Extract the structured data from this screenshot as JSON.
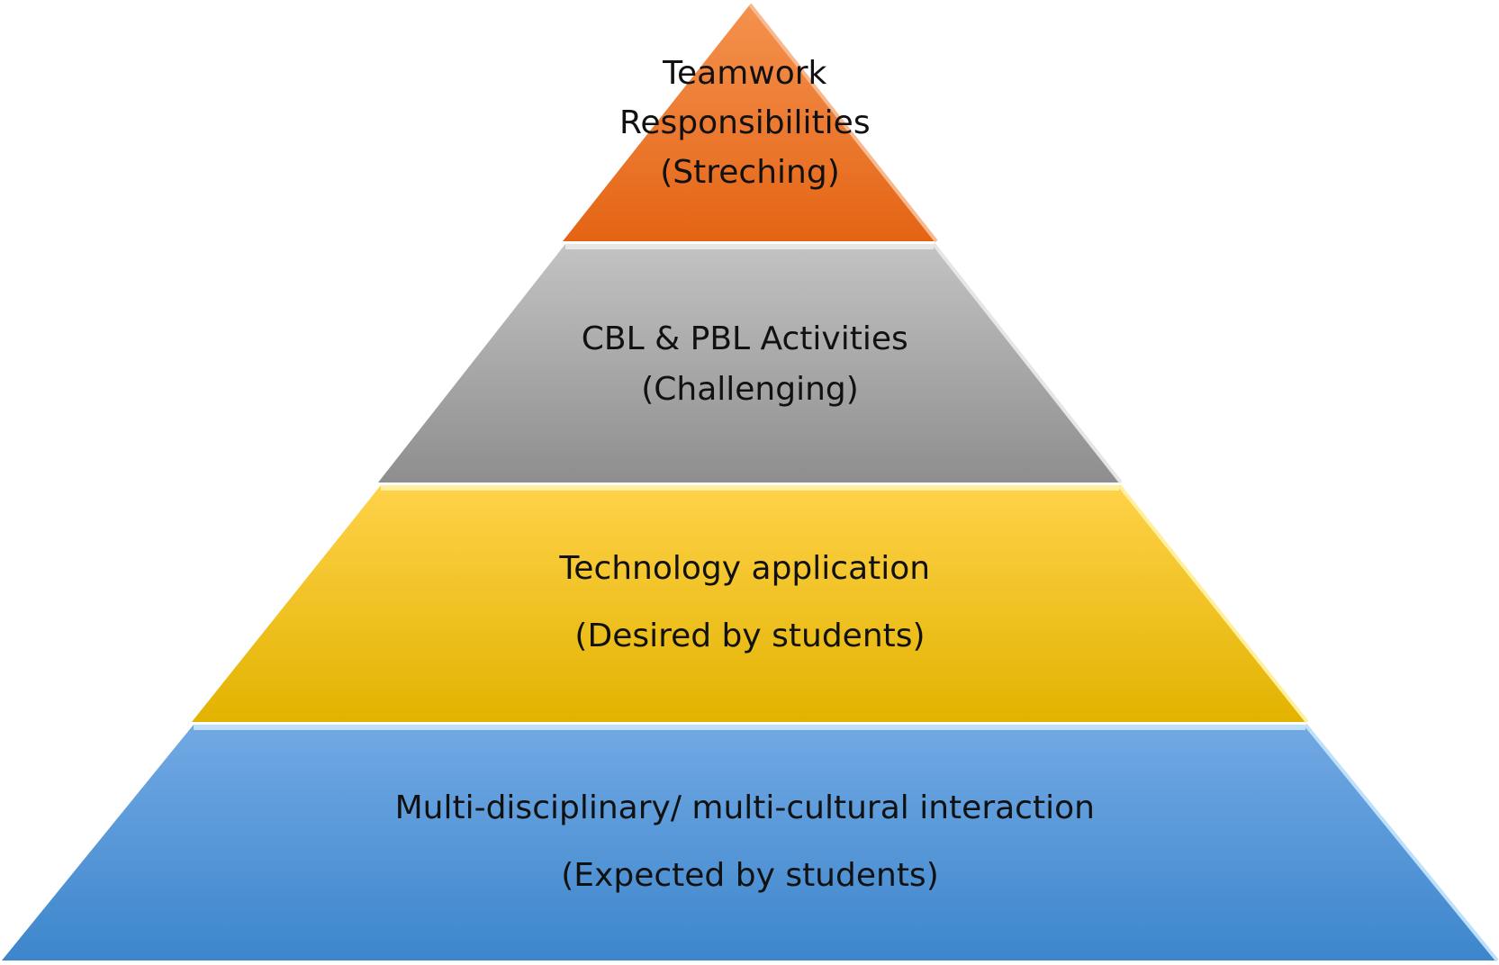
{
  "tiers": [
    {
      "id": "teamwork",
      "lines": [
        "Teamwork",
        "Responsibilities",
        "(Streching)"
      ],
      "color_top": "#f4924f",
      "color_bottom": "#e46414",
      "edge_color": "#f7b98f"
    },
    {
      "id": "cbl-pbl",
      "lines": [
        "CBL & PBL Activities",
        "(Challenging)"
      ],
      "color_top": "#c3c3c3",
      "color_bottom": "#8e8e8e",
      "edge_color": "#e6e6e6"
    },
    {
      "id": "technology",
      "lines": [
        "Technology application",
        "(Desired by students)"
      ],
      "color_top": "#ffd24a",
      "color_bottom": "#e2b300",
      "edge_color": "#fff0a0"
    },
    {
      "id": "multi-disciplinary",
      "lines": [
        "Multi-disciplinary/ multi-cultural interaction",
        "(Expected by students)"
      ],
      "color_top": "#72a9e4",
      "color_bottom": "#3d86cc",
      "edge_color": "#bfe0fb"
    }
  ]
}
